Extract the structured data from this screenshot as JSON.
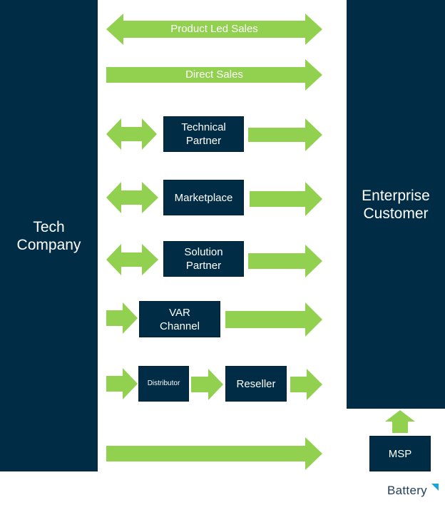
{
  "diagram": {
    "left_column": {
      "label": "Tech\nCompany"
    },
    "right_column": {
      "label": "Enterprise\nCustomer"
    },
    "arrows": {
      "product_led": "Product Led Sales",
      "direct": "Direct Sales"
    },
    "boxes": {
      "technical_partner": "Technical\nPartner",
      "marketplace": "Marketplace",
      "solution_partner": "Solution\nPartner",
      "var_channel": "VAR\nChannel",
      "distributor": "Distributor",
      "reseller": "Reseller",
      "msp": "MSP"
    },
    "logo": "Battery",
    "colors": {
      "navy": "#002d45",
      "arrow_green": "#92d050",
      "logo_accent": "#1aa3d9"
    }
  }
}
